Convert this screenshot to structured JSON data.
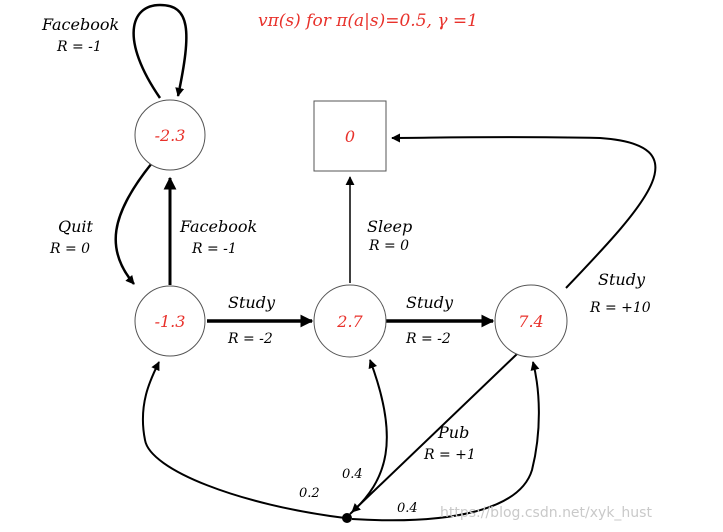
{
  "title": "vπ(s) for π(a|s)=0.5, γ =1",
  "states": {
    "facebook": "-2.3",
    "class1": "-1.3",
    "class2": "2.7",
    "class3": "7.4",
    "sleep": "0"
  },
  "edges": {
    "facebook_loop": {
      "action": "Facebook",
      "reward": "R = -1"
    },
    "quit": {
      "action": "Quit",
      "reward": "R = 0"
    },
    "facebook": {
      "action": "Facebook",
      "reward": "R = -1"
    },
    "study1": {
      "action": "Study",
      "reward": "R = -2"
    },
    "study2": {
      "action": "Study",
      "reward": "R = -2"
    },
    "sleep": {
      "action": "Sleep",
      "reward": "R = 0"
    },
    "study3": {
      "action": "Study",
      "reward": "R = +10"
    },
    "pub": {
      "action": "Pub",
      "reward": "R = +1"
    }
  },
  "probabilities": {
    "to_class1": "0.2",
    "to_class2": "0.4",
    "to_class3": "0.4"
  },
  "watermark": "https://blog.csdn.net/xyk_hust"
}
